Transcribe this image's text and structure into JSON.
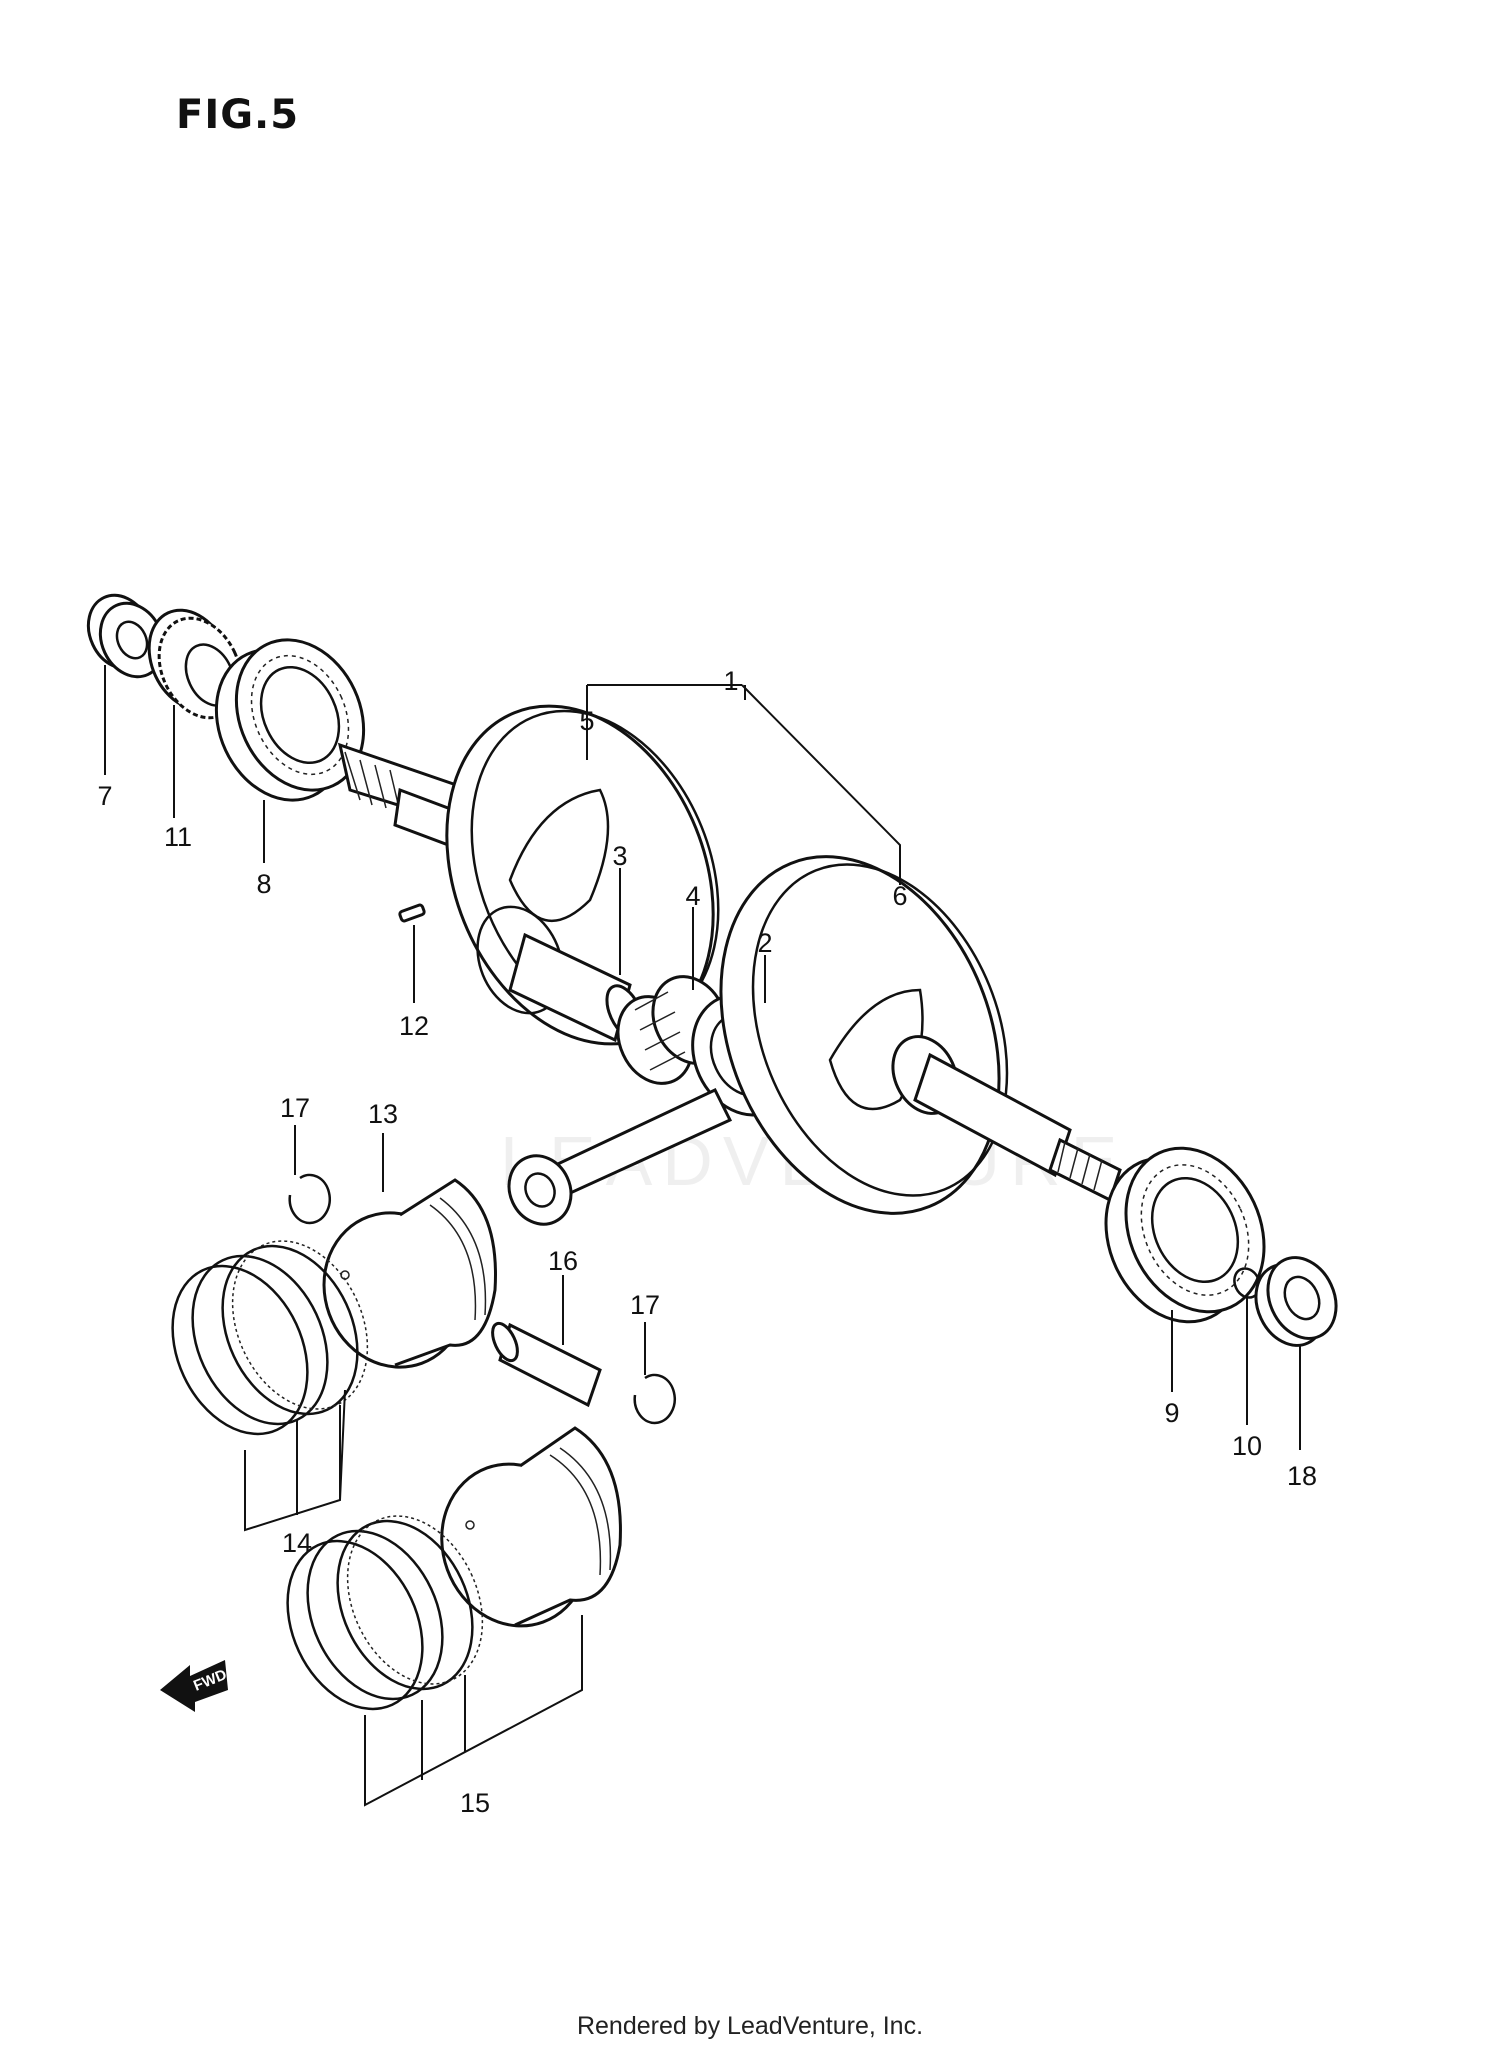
{
  "figure": {
    "title": "FIG.5",
    "footer": "Rendered by LeadVenture, Inc.",
    "watermark": "LEADVENTURE",
    "fwd_label": "FWD"
  },
  "callouts": [
    {
      "id": "1",
      "label": "1"
    },
    {
      "id": "2",
      "label": "2"
    },
    {
      "id": "3",
      "label": "3"
    },
    {
      "id": "4",
      "label": "4"
    },
    {
      "id": "5",
      "label": "5"
    },
    {
      "id": "6",
      "label": "6"
    },
    {
      "id": "7",
      "label": "7"
    },
    {
      "id": "8",
      "label": "8"
    },
    {
      "id": "9",
      "label": "9"
    },
    {
      "id": "10",
      "label": "10"
    },
    {
      "id": "11",
      "label": "11"
    },
    {
      "id": "12",
      "label": "12"
    },
    {
      "id": "13",
      "label": "13"
    },
    {
      "id": "14",
      "label": "14"
    },
    {
      "id": "15",
      "label": "15"
    },
    {
      "id": "16",
      "label": "16"
    },
    {
      "id": "17a",
      "label": "17"
    },
    {
      "id": "17b",
      "label": "17"
    },
    {
      "id": "18",
      "label": "18"
    }
  ],
  "colors": {
    "ink": "#111111",
    "paper": "#ffffff"
  }
}
